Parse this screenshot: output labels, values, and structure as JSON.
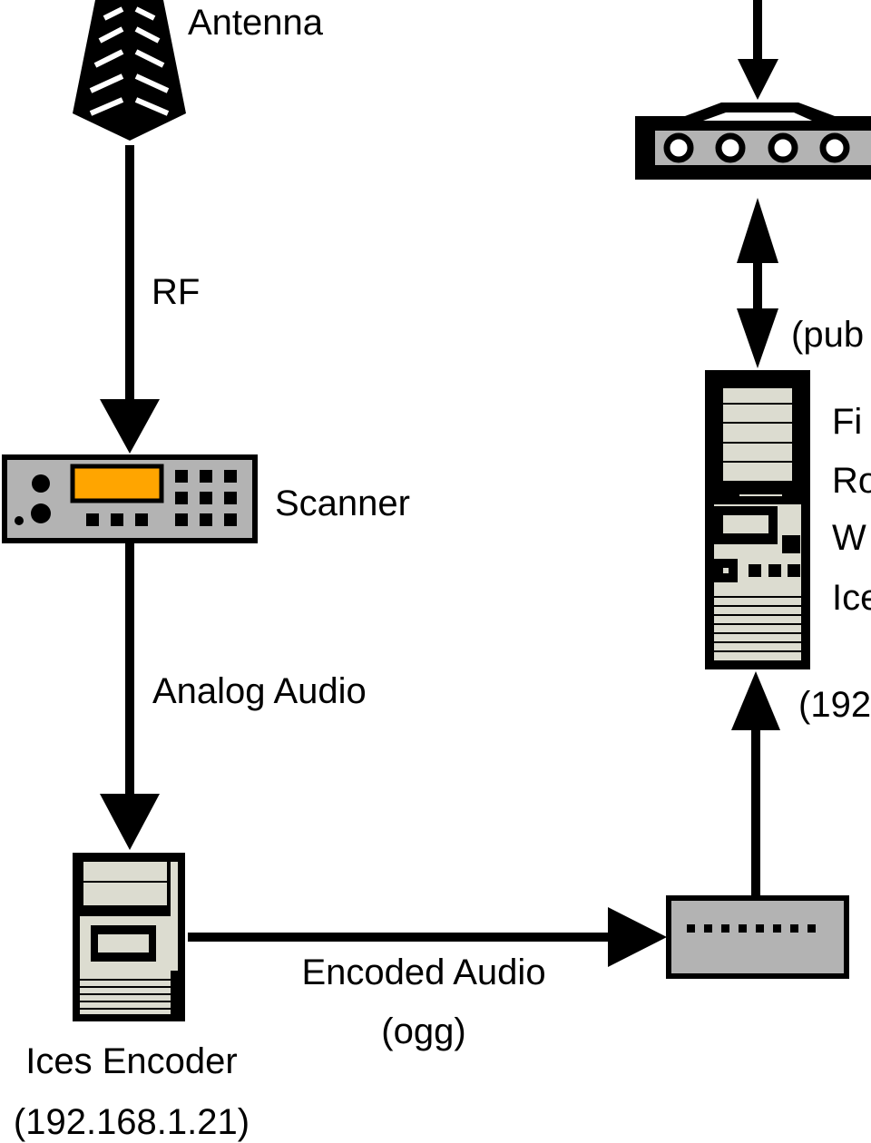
{
  "nodes": {
    "antenna": {
      "label": "Antenna"
    },
    "scanner": {
      "label": "Scanner",
      "display_color": "#ffa500"
    },
    "encoder": {
      "label": "Ices Encoder",
      "ip": "(192.168.1.21)"
    },
    "server": {
      "lines": [
        "Fi",
        "Ro",
        "W",
        "Ice"
      ],
      "ip": "(192"
    },
    "router": {
      "link_label": "(pub"
    }
  },
  "edges": {
    "rf": "RF",
    "analog": "Analog Audio",
    "encoded": "Encoded Audio",
    "encoded_format": "(ogg)"
  },
  "colors": {
    "device_gray": "#b3b3b3",
    "panel_beige": "#dcdcd0"
  }
}
